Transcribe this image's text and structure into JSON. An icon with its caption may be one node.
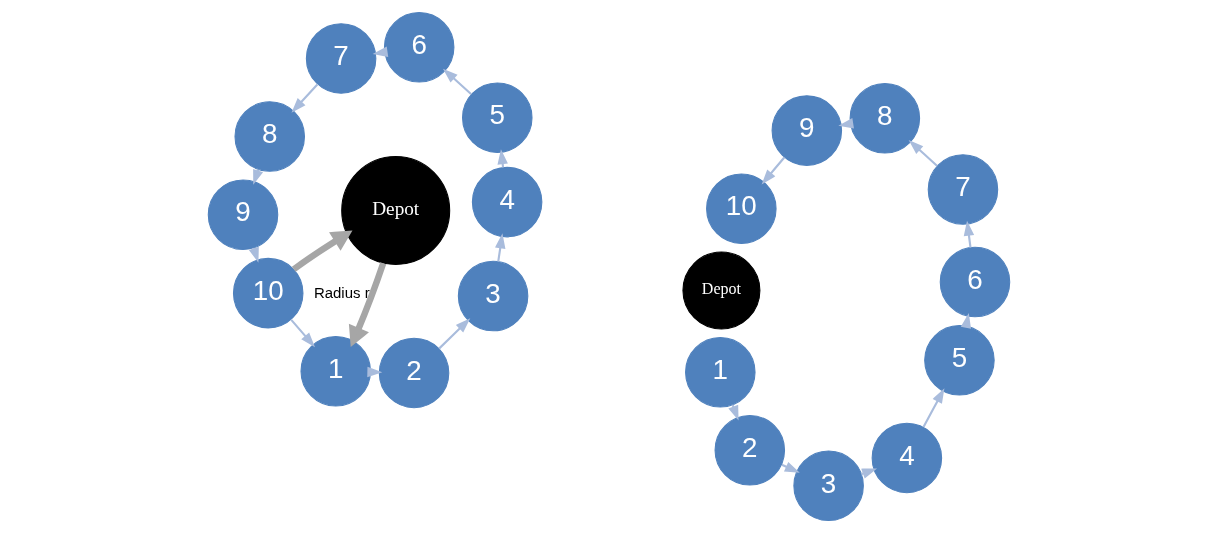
{
  "diagram": {
    "nodes": [
      {
        "text": [
          "1"
        ]
      },
      {
        "text": [
          "2"
        ]
      },
      {
        "text": [
          "3"
        ]
      },
      {
        "text": [
          "4"
        ]
      },
      {
        "text": [
          "5"
        ]
      },
      {
        "text": [
          "6"
        ]
      },
      {
        "text": [
          "7"
        ]
      },
      {
        "text": [
          "8"
        ]
      },
      {
        "text": [
          "9"
        ]
      },
      {
        "text": [
          "10"
        ]
      },
      {
        "text": [
          "Depot"
        ]
      },
      {
        "text": [
          "Depot"
        ]
      },
      {
        "text": [
          "1"
        ]
      },
      {
        "text": [
          "2"
        ]
      },
      {
        "text": [
          "3"
        ]
      },
      {
        "text": [
          "4"
        ]
      },
      {
        "text": [
          "5"
        ]
      },
      {
        "text": [
          "6"
        ]
      },
      {
        "text": [
          "7"
        ]
      },
      {
        "text": [
          "8"
        ]
      },
      {
        "text": [
          "9"
        ]
      },
      {
        "text": [
          "10"
        ]
      }
    ],
    "edges": [
      {
        "from": 0,
        "to": 1,
        "arrow": "to"
      },
      {
        "from": 1,
        "to": 2,
        "arrow": "to"
      },
      {
        "from": 2,
        "to": 3,
        "arrow": "to"
      },
      {
        "from": 3,
        "to": 4,
        "arrow": "to"
      },
      {
        "from": 4,
        "to": 5,
        "arrow": "to"
      },
      {
        "from": 5,
        "to": 6,
        "arrow": "to"
      },
      {
        "from": 6,
        "to": 7,
        "arrow": "to"
      },
      {
        "from": 7,
        "to": 8,
        "arrow": "to"
      },
      {
        "from": 8,
        "to": 9,
        "arrow": "to"
      },
      {
        "from": 9,
        "to": 0,
        "arrow": "to"
      },
      {
        "from": 9,
        "to": 10,
        "arrow": "to",
        "style": "thick",
        "color": "#a6a6a6"
      },
      {
        "from": 10,
        "to": 0,
        "arrow": "to",
        "label": "Radius r",
        "style": "thick",
        "color": "#a6a6a6"
      },
      {
        "from": 12,
        "to": 13,
        "arrow": "to"
      },
      {
        "from": 13,
        "to": 14,
        "arrow": "to"
      },
      {
        "from": 14,
        "to": 15,
        "arrow": "to"
      },
      {
        "from": 15,
        "to": 16,
        "arrow": "to"
      },
      {
        "from": 16,
        "to": 17,
        "arrow": "to"
      },
      {
        "from": 17,
        "to": 18,
        "arrow": "to"
      },
      {
        "from": 18,
        "to": 19,
        "arrow": "to"
      },
      {
        "from": 19,
        "to": 20,
        "arrow": "to"
      },
      {
        "from": 20,
        "to": 21,
        "arrow": "to"
      }
    ]
  }
}
